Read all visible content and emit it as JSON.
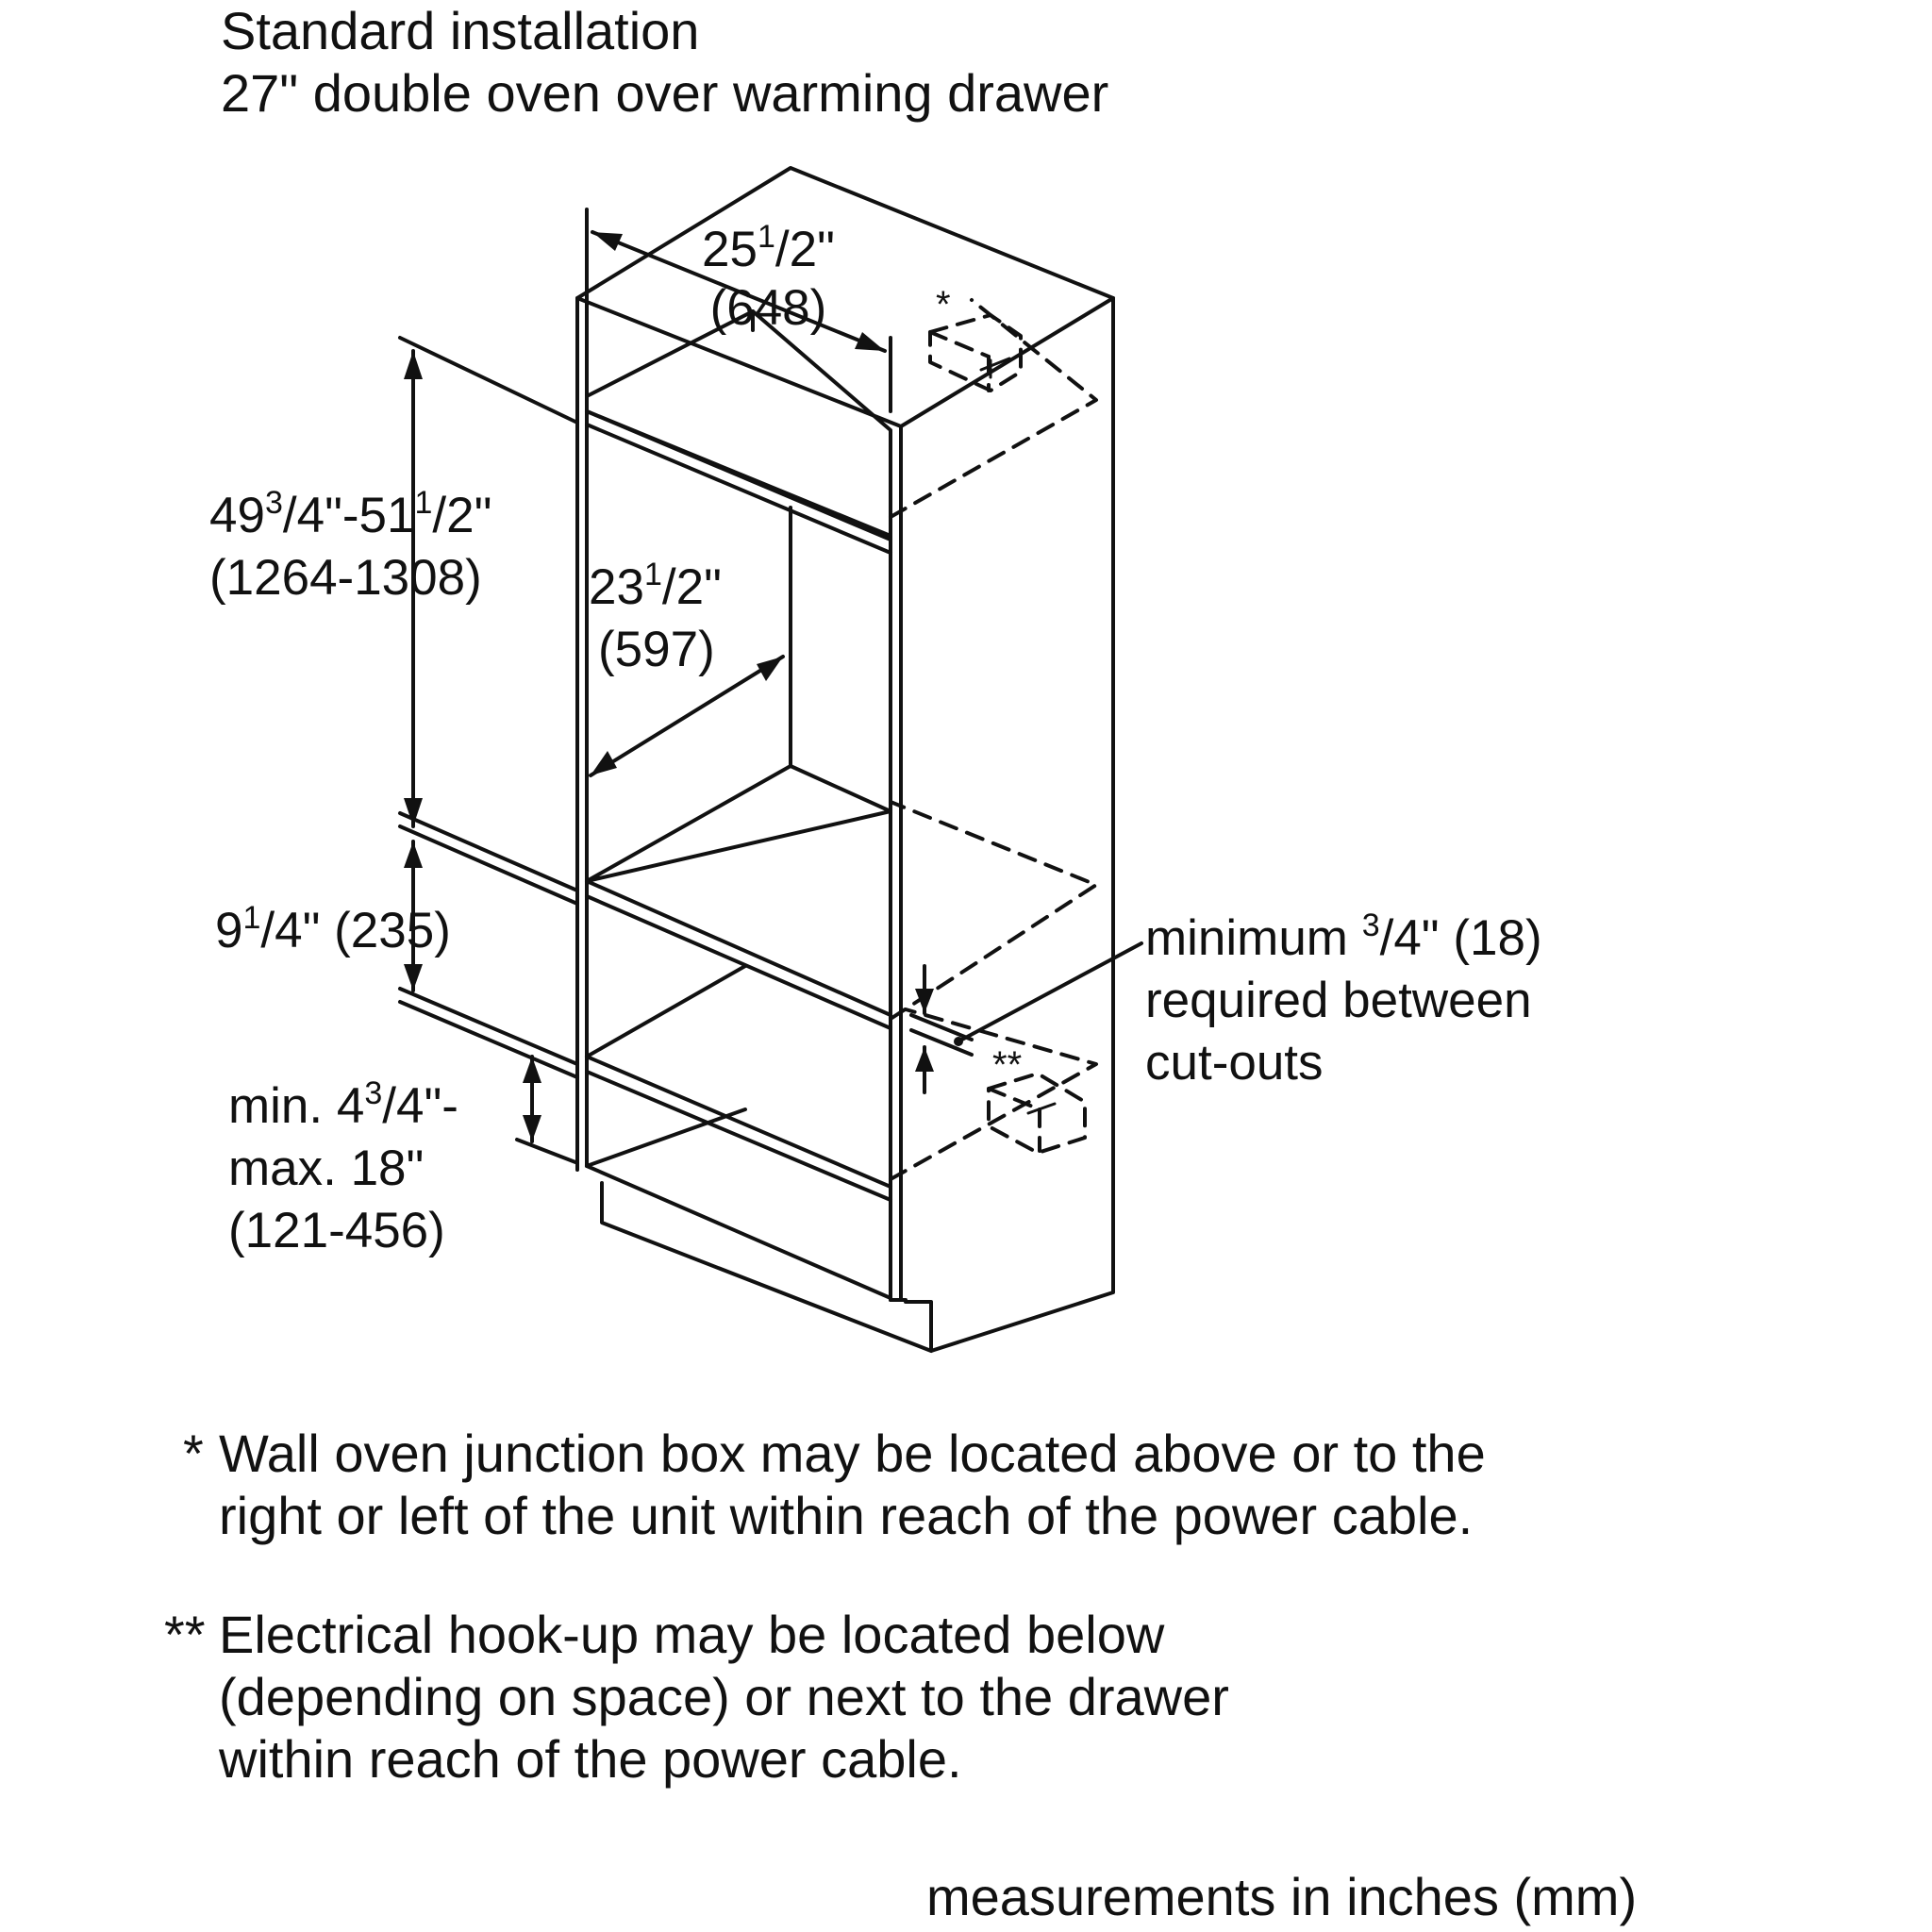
{
  "title": {
    "line1": "Standard installation",
    "line2": "27\" double oven over warming drawer"
  },
  "dimensions": {
    "width": {
      "whole": "25",
      "num": "1",
      "den": "/2\"",
      "mm": "(648)"
    },
    "height": {
      "whole1": "49",
      "num1": "3",
      "mid": "/4\"-51",
      "num2": "1",
      "den2": "/2\"",
      "mm": "(1264-1308)"
    },
    "depth": {
      "whole": "23",
      "num": "1",
      "den": "/2\"",
      "mm": "(597)"
    },
    "drawer_height": {
      "whole": "9",
      "num": "1",
      "den": "/4\" (235)"
    },
    "floor_gap": {
      "pre": "min. 4",
      "num": "3",
      "den": "/4\"-",
      "line2": "max. 18\"",
      "line3": "(121-456)"
    },
    "between_cutouts": {
      "pre": "minimum ",
      "num": "3",
      "den": "/4\" (18)",
      "line2": "required between",
      "line3": "cut-outs"
    }
  },
  "markers": {
    "single": "*",
    "double": "**"
  },
  "notes": [
    {
      "mark": "*",
      "line1": "Wall oven junction box may be located above or to the",
      "line2": "right or left of the unit within reach of the power cable."
    },
    {
      "mark": "**",
      "line1": "Electrical hook-up may be located below",
      "line2": "(depending on space) or next to the drawer",
      "line3": "within reach of the power cable."
    }
  ],
  "footer": "measurements in inches (mm)"
}
